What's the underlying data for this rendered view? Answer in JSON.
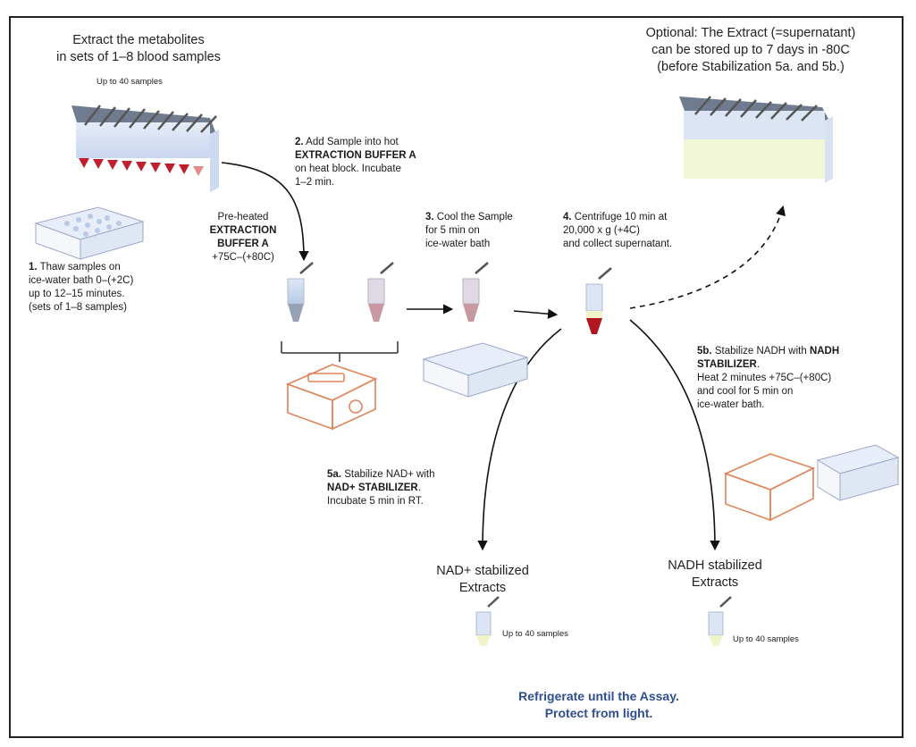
{
  "header": {
    "extract_line1": "Extract the metabolites",
    "extract_line2": "in sets of 1–8 blood samples",
    "up_to_40_top": "Up to 40 samples"
  },
  "optional": {
    "line1": "Optional: The Extract (=supernatant)",
    "line2": "can be stored up to 7 days in -80C",
    "line3": "(before Stabilization 5a. and 5b.)"
  },
  "step1": {
    "num": "1.",
    "line1": "Thaw samples on",
    "line2": "ice-water bath 0–(+2C)",
    "line3": "up to 12–15 minutes.",
    "line4": "(sets of 1–8 samples)"
  },
  "preheated": {
    "line1": "Pre-heated",
    "line2": "EXTRACTION",
    "line3": "BUFFER A",
    "line4": "+75C–(+80C)"
  },
  "step2": {
    "num": "2.",
    "line1_rest": "Add Sample into hot",
    "line2": "EXTRACTION BUFFER A",
    "line3": "on heat block. Incubate",
    "line4": "1–2 min."
  },
  "step3": {
    "num": "3.",
    "line1_rest": "Cool the Sample",
    "line2": "for 5 min on",
    "line3": "ice-water bath"
  },
  "step4": {
    "num": "4.",
    "line1_rest": "Centrifuge 10 min at",
    "line2": "20,000 x g (+4C)",
    "line3": "and collect supernatant."
  },
  "step5a": {
    "num": "5a.",
    "line1_rest": "Stabilize NAD+ with",
    "line2_bold": "NAD+ STABILIZER",
    "line2_end": ".",
    "line3": "Incubate 5 min in RT."
  },
  "step5b": {
    "num": "5b.",
    "line1_rest": "Stabilize NADH with",
    "line1_bold": "NADH",
    "line2_bold": "STABILIZER",
    "line2_end": ".",
    "line3": "Heat 2 minutes +75C–(+80C)",
    "line4": "and cool for 5 min on",
    "line5": "ice-water bath."
  },
  "result_nad": {
    "line1": "NAD+ stabilized",
    "line2": "Extracts",
    "count": "Up to 40 samples"
  },
  "result_nadh": {
    "line1": "NADH stabilized",
    "line2": "Extracts",
    "count": "Up to 40 samples"
  },
  "footer": {
    "line1": "Refrigerate until the Assay.",
    "line2": "Protect from light."
  },
  "colors": {
    "tube_blue": "#bcd0ea",
    "blood_red": "#c0202e",
    "heat_orange": "#e0845a",
    "footer_blue": "#2f4f8f"
  }
}
